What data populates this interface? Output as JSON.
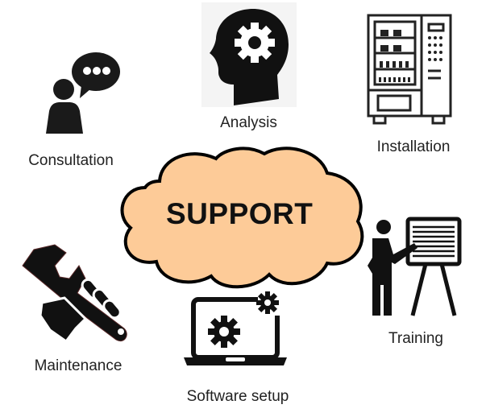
{
  "diagram": {
    "center": {
      "label": "SUPPORT",
      "fill": "#FDCB98",
      "stroke": "#000000"
    },
    "items": [
      {
        "id": "consultation",
        "label": "Consultation",
        "icon": "speech-bubble-person-icon"
      },
      {
        "id": "analysis",
        "label": "Analysis",
        "icon": "head-gear-icon"
      },
      {
        "id": "installation",
        "label": "Installation",
        "icon": "vending-machine-icon"
      },
      {
        "id": "training",
        "label": "Training",
        "icon": "presenter-board-icon"
      },
      {
        "id": "software_setup",
        "label": "Software setup",
        "icon": "laptop-gears-icon"
      },
      {
        "id": "maintenance",
        "label": "Maintenance",
        "icon": "hand-wrench-icon"
      }
    ]
  }
}
